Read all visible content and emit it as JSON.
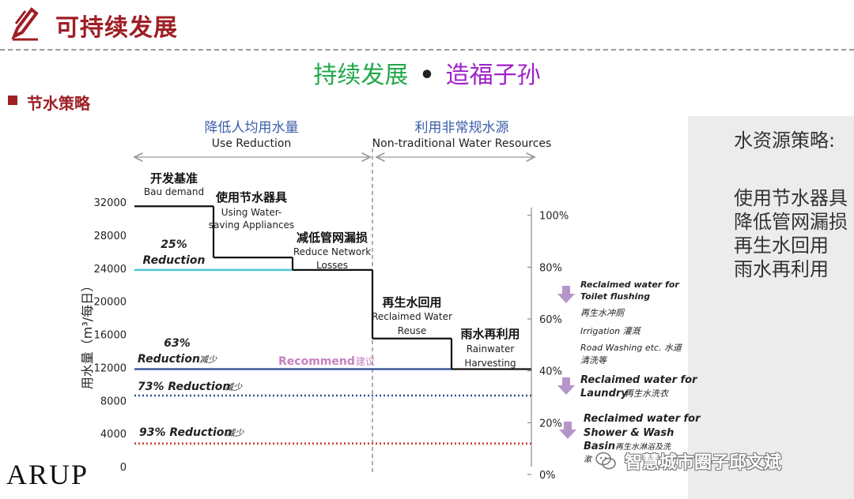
{
  "header": {
    "title": "可持续发展",
    "slogan_left": "持续发展",
    "slogan_dot": "•",
    "slogan_right": "造福子孙",
    "section_title": "节水策略"
  },
  "right_panel": {
    "title": "水资源策略:",
    "items": [
      "使用节水器具",
      "降低管网漏损",
      "再生水回用",
      "雨水再利用"
    ]
  },
  "logo": {
    "text": "ARUP"
  },
  "watermark": {
    "text": "智慧城市圈子邱文斌"
  },
  "colors": {
    "brand_red": "#9e1f24",
    "slogan_green": "#22a84a",
    "slogan_purple": "#a020c8",
    "cyan_line": "#4fc3d9",
    "recommend_line": "#3f5a9e",
    "blue_dotted": "#2d4e8a",
    "red_dotted": "#c0392b",
    "arrow_purple": "#b695c9",
    "recommend_text": "#c77fc0"
  },
  "chart_data": {
    "type": "step",
    "y_axis_label": "用水量（m³/每日）",
    "y_ticks": [
      32000,
      28000,
      24000,
      20000,
      16000,
      12000,
      8000,
      4000,
      0
    ],
    "ylim": [
      0,
      32000
    ],
    "right_ticks": [
      "100%",
      "80%",
      "60%",
      "40%",
      "20%",
      "0%"
    ],
    "phase_left_cn": "降低人均用水量",
    "phase_left_en": "Use Reduction",
    "phase_right_cn": "利用非常规水源",
    "phase_right_en": "Non-traditional Water Resources",
    "steps": [
      {
        "cn": "开发基准",
        "en": "Bau demand",
        "value": 31500
      },
      {
        "cn": "使用节水器具",
        "en": "Using Water-saving Appliances",
        "value": 25300
      },
      {
        "cn": "减低管网漏损",
        "en": "Reduce Network Losses",
        "value": 23800
      },
      {
        "cn": "再生水回用",
        "en": "Reclaimed Water Reuse",
        "value": 15500
      },
      {
        "cn": "雨水再利用",
        "en": "Rainwater Harvesting",
        "value": 11800
      }
    ],
    "reference_lines": [
      {
        "label": "25% Reduction",
        "label_line1": "25%",
        "label_line2": "Reduction",
        "value": 23800,
        "style": "solid",
        "color": "#4fc3d9"
      },
      {
        "label": "63% Reduction",
        "label_line1": "63%",
        "label_line2": "Reduction",
        "suffix": "减少",
        "value": 11800,
        "style": "solid",
        "color": "#3f5a9e",
        "note": "Recommend",
        "note_cn": "建议"
      },
      {
        "label": "73% Reduction",
        "suffix": "减少",
        "value": 8600,
        "style": "dotted",
        "color": "#2d4e8a"
      },
      {
        "label": "93% Reduction",
        "suffix": "减少",
        "value": 2800,
        "style": "dotted",
        "color": "#c0392b"
      }
    ],
    "annotations": [
      {
        "en": "Reclaimed water for Toilet flushing",
        "cn": "再生水冲厕",
        "extra1": "Irrigation 灌溉",
        "extra2": "Road Washing etc. 水道清洗等"
      },
      {
        "en": "Reclaimed water for Laundry",
        "cn": "再生水洗衣"
      },
      {
        "en": "Reclaimed water for Shower & Wash Basin",
        "cn": "再生水淋浴及洗漱"
      }
    ]
  }
}
